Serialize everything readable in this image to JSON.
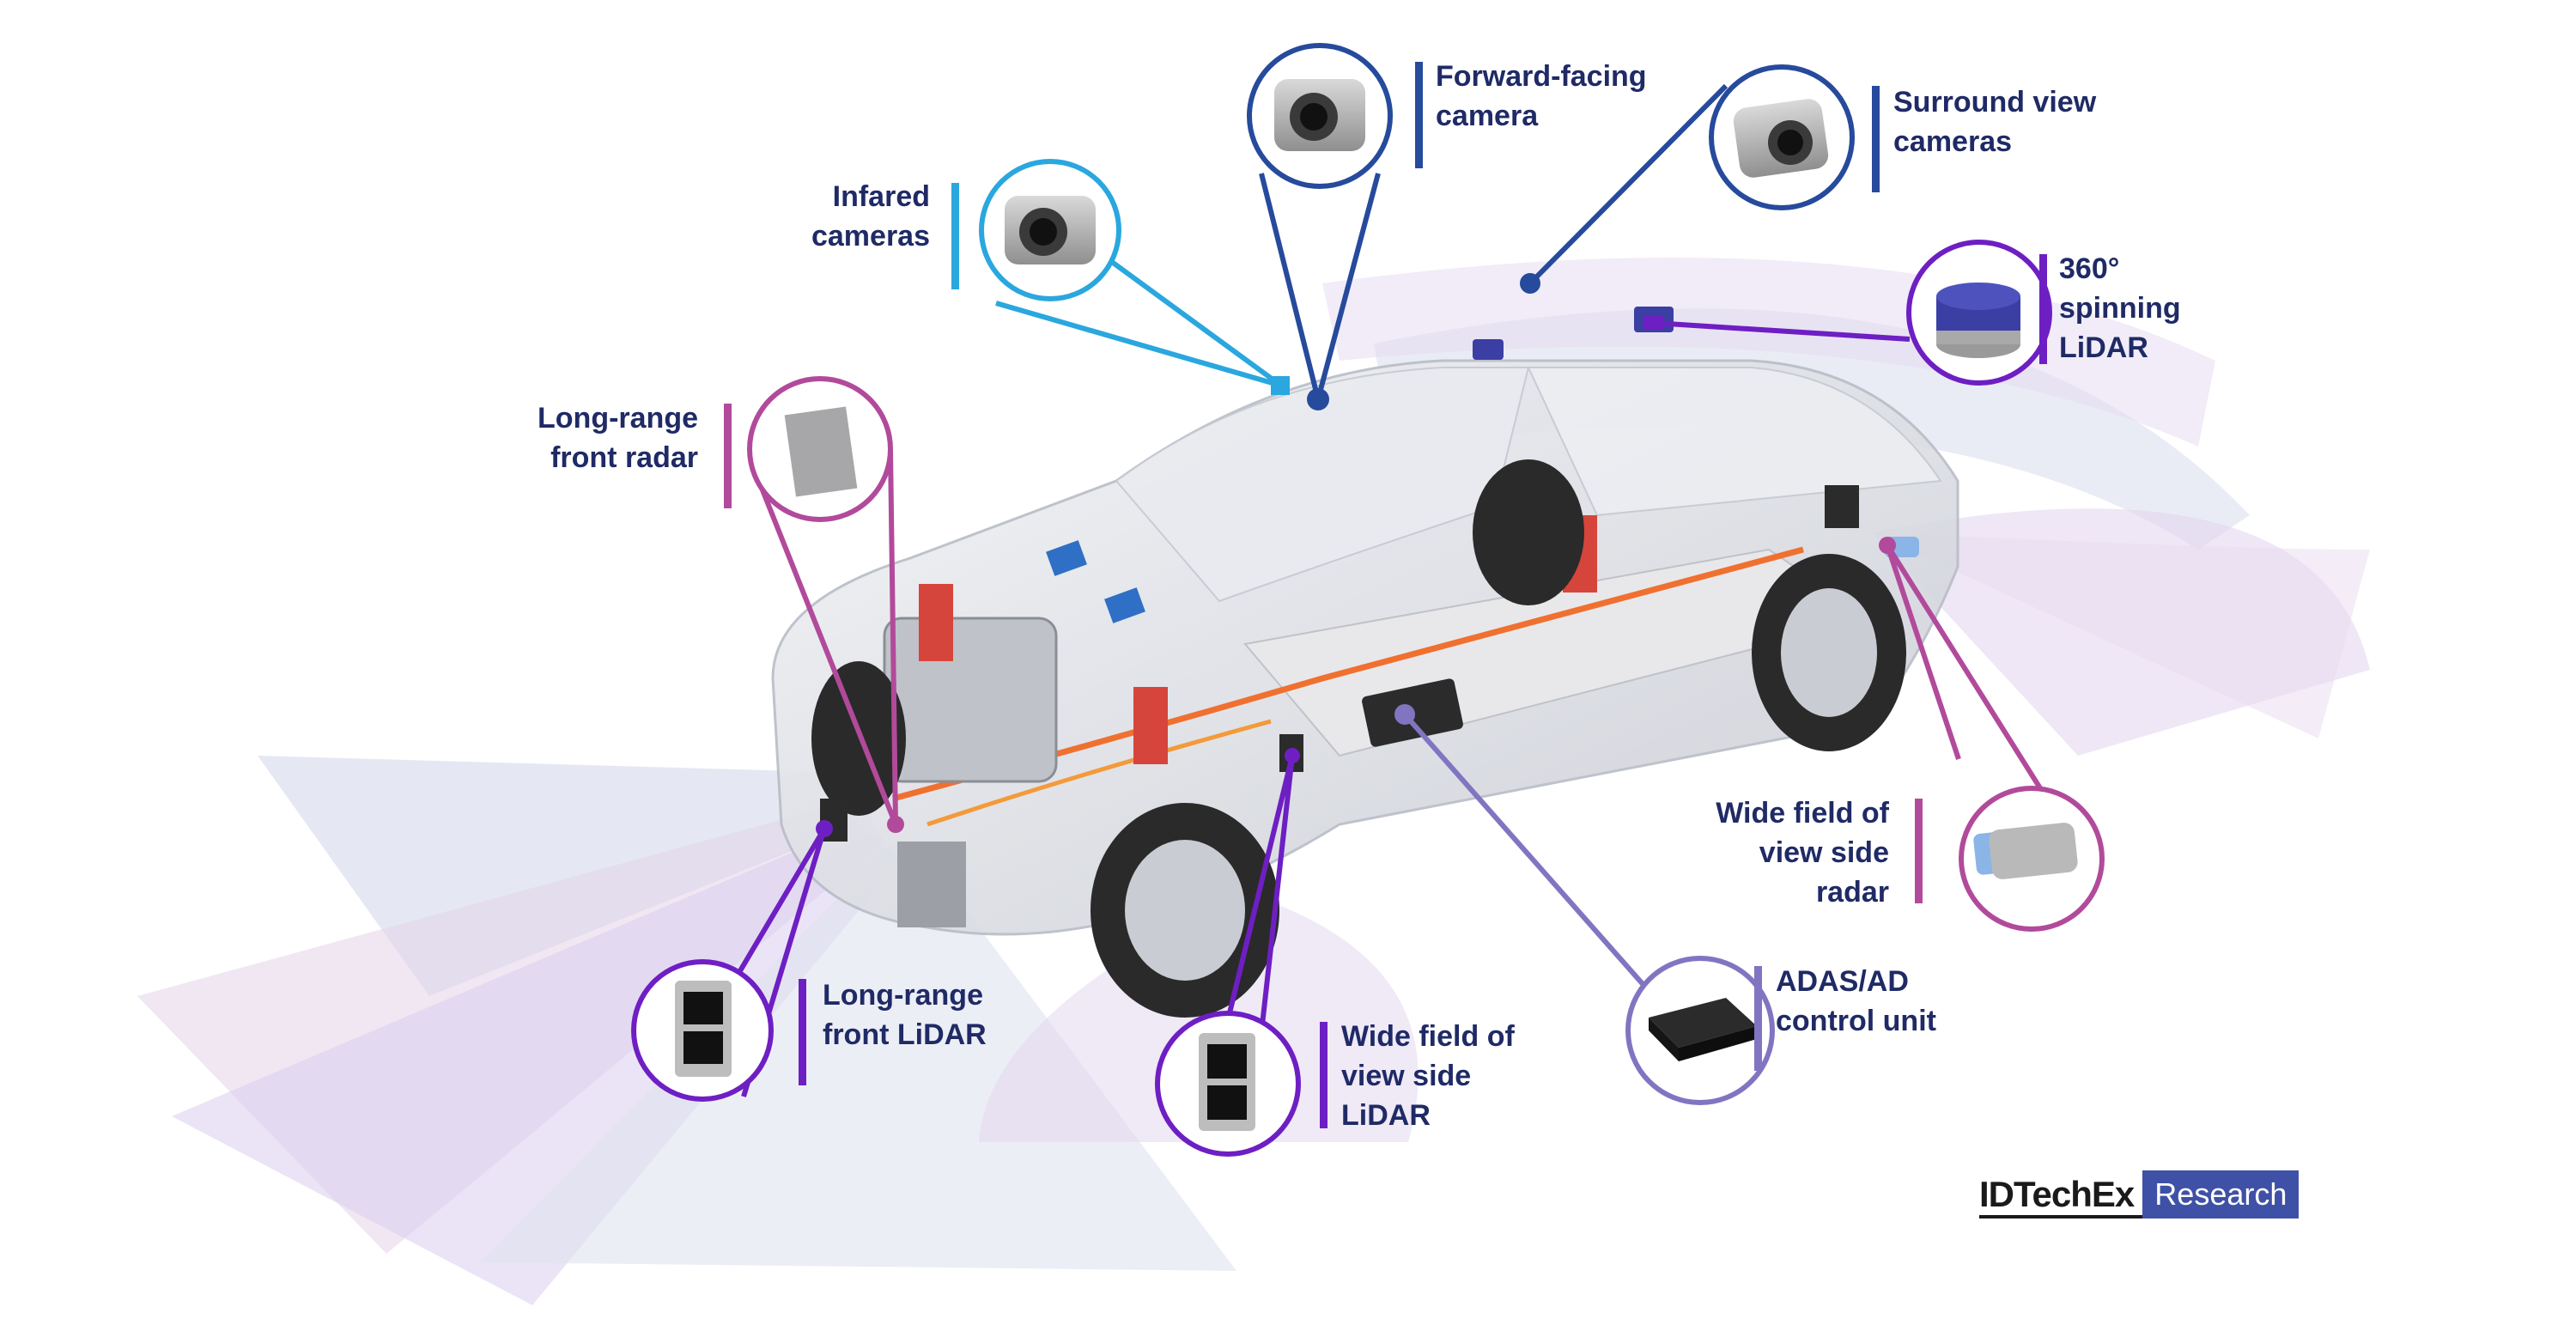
{
  "colors": {
    "infrared": "#2aa7de",
    "forward": "#264a9c",
    "surround": "#264a9c",
    "spinning_lidar": "#6e1fc3",
    "front_radar": "#b24a9b",
    "front_lidar": "#6e1fc3",
    "side_lidar": "#6e1fc3",
    "adas": "#8175c2",
    "side_radar": "#b24a9b",
    "label_text": "#1f2a66"
  },
  "callouts": [
    {
      "id": "infrared",
      "lines": [
        "Infared",
        "cameras"
      ],
      "icon": "camera-icon"
    },
    {
      "id": "forward",
      "lines": [
        "Forward-facing",
        "camera"
      ],
      "icon": "camera-icon"
    },
    {
      "id": "surround",
      "lines": [
        "Surround view",
        "cameras"
      ],
      "icon": "camera-icon"
    },
    {
      "id": "spinning_lidar",
      "lines": [
        "360°",
        "spinning",
        "LiDAR"
      ],
      "icon": "spinning-lidar-icon"
    },
    {
      "id": "front_radar",
      "lines": [
        "Long-range",
        "front radar"
      ],
      "icon": "radar-panel-icon"
    },
    {
      "id": "side_radar",
      "lines": [
        "Wide field of",
        "view side",
        "radar"
      ],
      "icon": "side-radar-icon"
    },
    {
      "id": "adas",
      "lines": [
        "ADAS/AD",
        "control unit"
      ],
      "icon": "control-unit-icon"
    },
    {
      "id": "front_lidar",
      "lines": [
        "Long-range",
        "front LiDAR"
      ],
      "icon": "solid-state-lidar-icon"
    },
    {
      "id": "side_lidar",
      "lines": [
        "Wide field of",
        "view side",
        "LiDAR"
      ],
      "icon": "solid-state-lidar-icon"
    }
  ],
  "brand": {
    "name": "IDTechEx",
    "tag": "Research"
  }
}
